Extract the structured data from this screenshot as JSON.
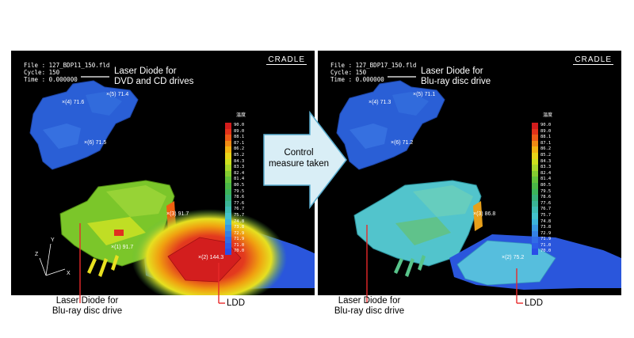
{
  "left_panel": {
    "file_info": "File : 127_BDP11_150.fld\nCycle: 150\nTime : 0.000000",
    "brand": "CRADLE",
    "callout_line1": "Laser Diode for",
    "callout_line2": "DVD and CD drives",
    "legend_title": "温度",
    "legend_values": [
      "90.0",
      "89.0",
      "88.1",
      "87.1",
      "86.2",
      "85.2",
      "84.3",
      "83.3",
      "82.4",
      "81.4",
      "80.5",
      "79.5",
      "78.6",
      "77.6",
      "76.7",
      "75.7",
      "74.8",
      "73.8",
      "72.9",
      "71.9",
      "71.0",
      "70.0"
    ],
    "probes": [
      {
        "marker": "×(5)",
        "value": "71.4"
      },
      {
        "marker": "×(4)",
        "value": "71.6"
      },
      {
        "marker": "×(6)",
        "value": "71.5"
      },
      {
        "marker": "×(3)",
        "value": "91.7"
      },
      {
        "marker": "×(1)",
        "value": "91.7"
      },
      {
        "marker": "×(2)",
        "value": "144.3"
      }
    ],
    "axes": {
      "y": "Y",
      "z": "Z",
      "x": "X"
    },
    "caption_diode_line1": "Laser Diode for",
    "caption_diode_line2": "Blu-ray disc drive",
    "caption_ldd": "LDD"
  },
  "right_panel": {
    "file_info": "File : 127_BDP17_150.fld\nCycle: 150\nTime : 0.000000",
    "brand": "CRADLE",
    "callout_line1": "Laser Diode for",
    "callout_line2": "Blu-ray disc drive",
    "legend_title": "温度",
    "legend_values": [
      "90.0",
      "89.0",
      "88.1",
      "87.1",
      "86.2",
      "85.2",
      "84.3",
      "83.3",
      "82.4",
      "81.4",
      "80.5",
      "79.5",
      "78.6",
      "77.6",
      "76.7",
      "75.7",
      "74.8",
      "73.8",
      "72.9",
      "71.9",
      "71.0",
      "70.0"
    ],
    "probes": [
      {
        "marker": "×(5)",
        "value": "71.1"
      },
      {
        "marker": "×(4)",
        "value": "71.3"
      },
      {
        "marker": "×(6)",
        "value": "71.2"
      },
      {
        "marker": "×(3)",
        "value": "86.8"
      },
      {
        "marker": "×(2)",
        "value": "75.2"
      }
    ],
    "caption_diode_line1": "Laser Diode for",
    "caption_diode_line2": "Blu-ray disc drive",
    "caption_ldd": "LDD"
  },
  "arrow": {
    "line1": "Control",
    "line2": "measure taken",
    "fill": "#d9eef6",
    "stroke": "#5aaed0"
  },
  "colors": {
    "legend_scale": [
      "#d21c1c",
      "#e2321a",
      "#ec5a16",
      "#f08a14",
      "#f2b412",
      "#e8d418",
      "#cde01e",
      "#a8d82a",
      "#84cc30",
      "#62c23a",
      "#4ab846",
      "#3cb45a",
      "#36b07a",
      "#3ab496",
      "#3ebcb4",
      "#42c2cc",
      "#3cb4dc",
      "#3898e2",
      "#3480e4",
      "#306ce6",
      "#2c5ce8",
      "#2a4ee8"
    ],
    "leader_red": "#e8292a",
    "leader_white": "#ffffff"
  }
}
